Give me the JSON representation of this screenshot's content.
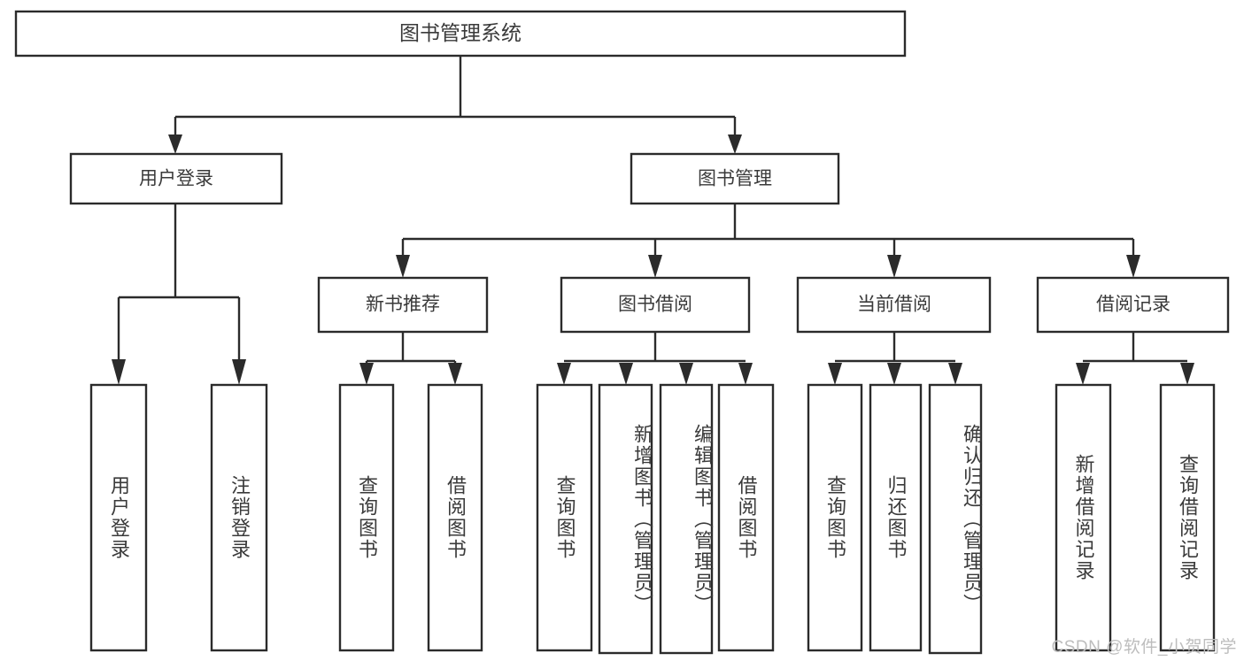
{
  "diagram": {
    "title": "图书管理系统",
    "type": "tree-hierarchy",
    "watermark": "CSDN @软件_小贺同学",
    "colors": {
      "stroke": "#2b2b2b",
      "box_fill": "#ffffff",
      "text": "#3a3a3a",
      "background": "#ffffff",
      "watermark": "#bdbdbd"
    },
    "root": {
      "label": "图书管理系统"
    },
    "level2": [
      {
        "label": "用户登录"
      },
      {
        "label": "图书管理"
      }
    ],
    "level3": [
      {
        "label": "新书推荐"
      },
      {
        "label": "图书借阅"
      },
      {
        "label": "当前借阅"
      },
      {
        "label": "借阅记录"
      }
    ],
    "leaves": {
      "user_login": [
        {
          "label": "用户登录"
        },
        {
          "label": "注销登录"
        }
      ],
      "new_book_recommend": [
        {
          "label": "查询图书"
        },
        {
          "label": "借阅图书"
        }
      ],
      "book_borrow": [
        {
          "label": "查询图书"
        },
        {
          "label": "新增图书（管理员）"
        },
        {
          "label": "编辑图书（管理员）"
        },
        {
          "label": "借阅图书"
        }
      ],
      "current_borrow": [
        {
          "label": "查询图书"
        },
        {
          "label": "归还图书"
        },
        {
          "label": "确认归还（管理员）"
        }
      ],
      "borrow_record": [
        {
          "label": "新增借阅记录"
        },
        {
          "label": "查询借阅记录"
        }
      ]
    }
  }
}
